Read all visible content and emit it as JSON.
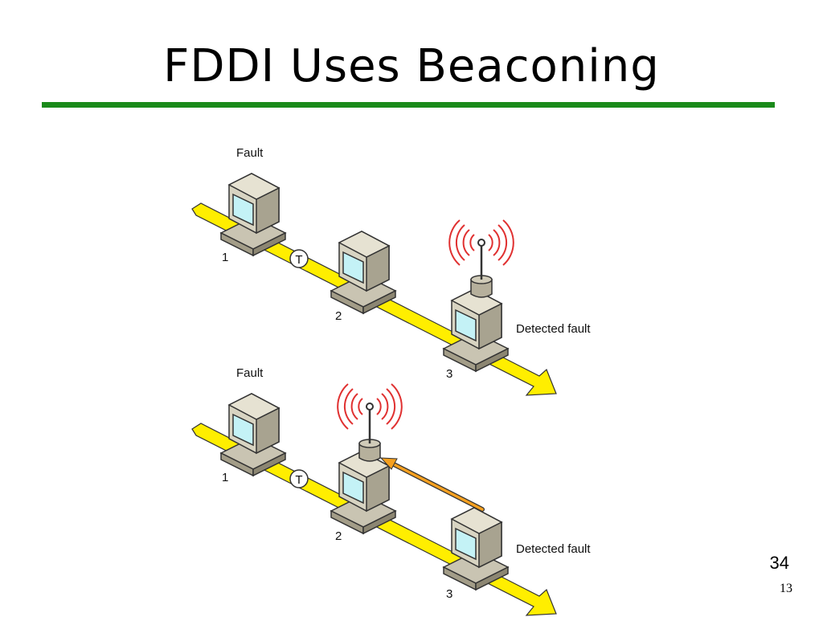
{
  "slide": {
    "title": "FDDI Uses Beaconing",
    "slide_number": "34",
    "page_number": "13"
  },
  "diagram": {
    "ring_color": "#ffee00",
    "beacon_arrow_color": "#f5a020",
    "rule_color": "#1a8a1a",
    "token_glyph": "T",
    "scenarios": [
      {
        "fault_label": "Fault",
        "detected_label": "Detected fault",
        "nodes": [
          "1",
          "2",
          "3"
        ],
        "beaconing_node": "3"
      },
      {
        "fault_label": "Fault",
        "detected_label": "Detected fault",
        "nodes": [
          "1",
          "2",
          "3"
        ],
        "beaconing_node": "2"
      }
    ]
  }
}
